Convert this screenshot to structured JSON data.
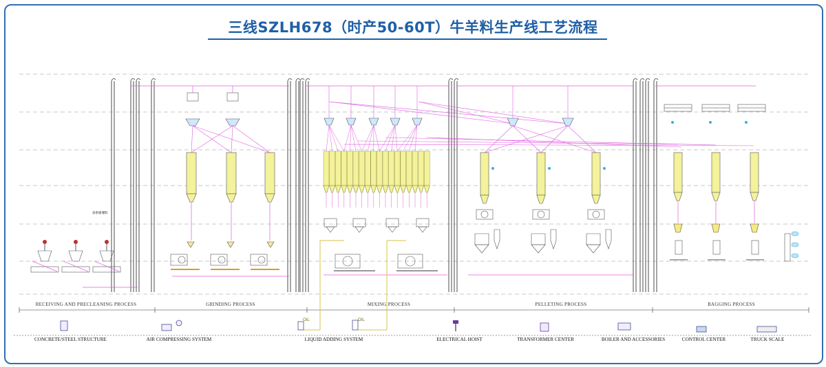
{
  "title": "三线SZLH678（时产50-60T）牛羊料生产线工艺流程",
  "process_stages": [
    "RECEIVING AND PRECLEANING PROCESS",
    "GRINDING PROCESS",
    "MIXING PROCESS",
    "PELLETING PROCESS",
    "BAGGING PROCESS"
  ],
  "equipment_legend": [
    "CONCRETE/STEEL STRUCTURE",
    "AIR COMPRESSING SYSTEM",
    "LIQUID ADDING SYSTEM",
    "ELECTRICAL HOIST",
    "TRANSFORMER CENTER",
    "BOILER AND ACCESSORIES",
    "CONTROL CENTER",
    "TRUCK SCALE"
  ],
  "oil_labels": [
    "OIL",
    "OIL"
  ],
  "small_tag": "去杂质储料",
  "colors": {
    "frame": "#2e6fb0",
    "title": "#1f5fa6",
    "pipe": "#e05ce0",
    "bin": "#f4f29a",
    "liquid": "#d8c34a",
    "machine": "#555555"
  }
}
